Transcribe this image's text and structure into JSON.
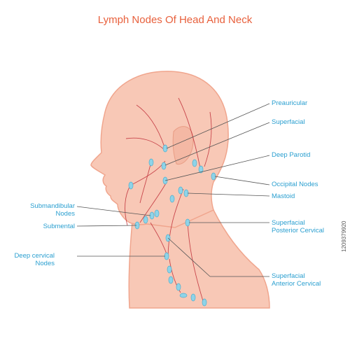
{
  "title": "Lymph Nodes Of Head And Neck",
  "labels_right": [
    {
      "id": "preauricular",
      "lines": [
        "Preauricular"
      ]
    },
    {
      "id": "superfacial",
      "lines": [
        "Superfacial"
      ]
    },
    {
      "id": "deep-parotid",
      "lines": [
        "Deep Parotid"
      ]
    },
    {
      "id": "occipital-nodes",
      "lines": [
        "Occipital Nodes"
      ]
    },
    {
      "id": "mastoid",
      "lines": [
        "Mastoid"
      ]
    },
    {
      "id": "superfacial-posterior-cervical",
      "lines": [
        "Superfacial",
        "Posterior Cervical"
      ]
    },
    {
      "id": "superfacial-anterior-cervical",
      "lines": [
        "Superfacial",
        "Anterior Cervical"
      ]
    }
  ],
  "labels_left": [
    {
      "id": "submandibular-nodes",
      "lines": [
        "Submandibular",
        "Nodes"
      ]
    },
    {
      "id": "submental",
      "lines": [
        "Submental"
      ]
    },
    {
      "id": "deep-cervical-nodes",
      "lines": [
        "Deep cervical",
        "Nodes"
      ]
    }
  ],
  "watermark": "1209379920",
  "colors": {
    "title": "#e8603c",
    "label": "#2a9fd0",
    "skin": "#f8c8b6",
    "skin_outline": "#f0a58d",
    "vessel": "#c0303a",
    "node": "#8fd3e8",
    "leader": "#555555"
  }
}
